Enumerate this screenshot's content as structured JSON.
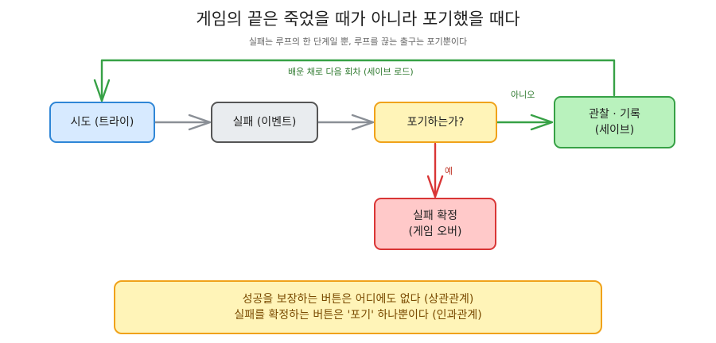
{
  "title": "게임의 끝은 죽었을 때가 아니라 포기했을 때다",
  "subtitle": "실패는 루프의 한 단계일 뿐, 루프를 끊는 출구는 포기뿐이다",
  "nodes": {
    "try": {
      "label": "시도 (트라이)",
      "fill": "#d7eaff",
      "stroke": "#2f86d6"
    },
    "fail": {
      "label": "실패 (이벤트)",
      "fill": "#e9ecef",
      "stroke": "#555555"
    },
    "giveup": {
      "label": "포기하는가?",
      "fill": "#fff4b8",
      "stroke": "#f0a21a"
    },
    "observe": {
      "line1": "관찰 · 기록",
      "line2": "(세이브)",
      "fill": "#b9f2bd",
      "stroke": "#37a146"
    },
    "confirm": {
      "line1": "실패 확정",
      "line2": "(게임 오버)",
      "fill": "#ffc9c9",
      "stroke": "#d93636"
    }
  },
  "edges": {
    "retry_label": "배운 채로 다음 회차 (세이브 로드)",
    "no_label": "아니오",
    "yes_label": "예"
  },
  "note": {
    "line1": "성공을 보장하는 버튼은 어디에도 없다 (상관관계)",
    "line2": "실패를 확정하는 버튼은 '포기' 하나뿐이다 (인과관계)"
  },
  "colors": {
    "arrow_gray": "#8a8f96",
    "arrow_green": "#37a146",
    "arrow_red": "#d93636",
    "label_green": "#2f7a2f",
    "label_red": "#c0392b"
  }
}
